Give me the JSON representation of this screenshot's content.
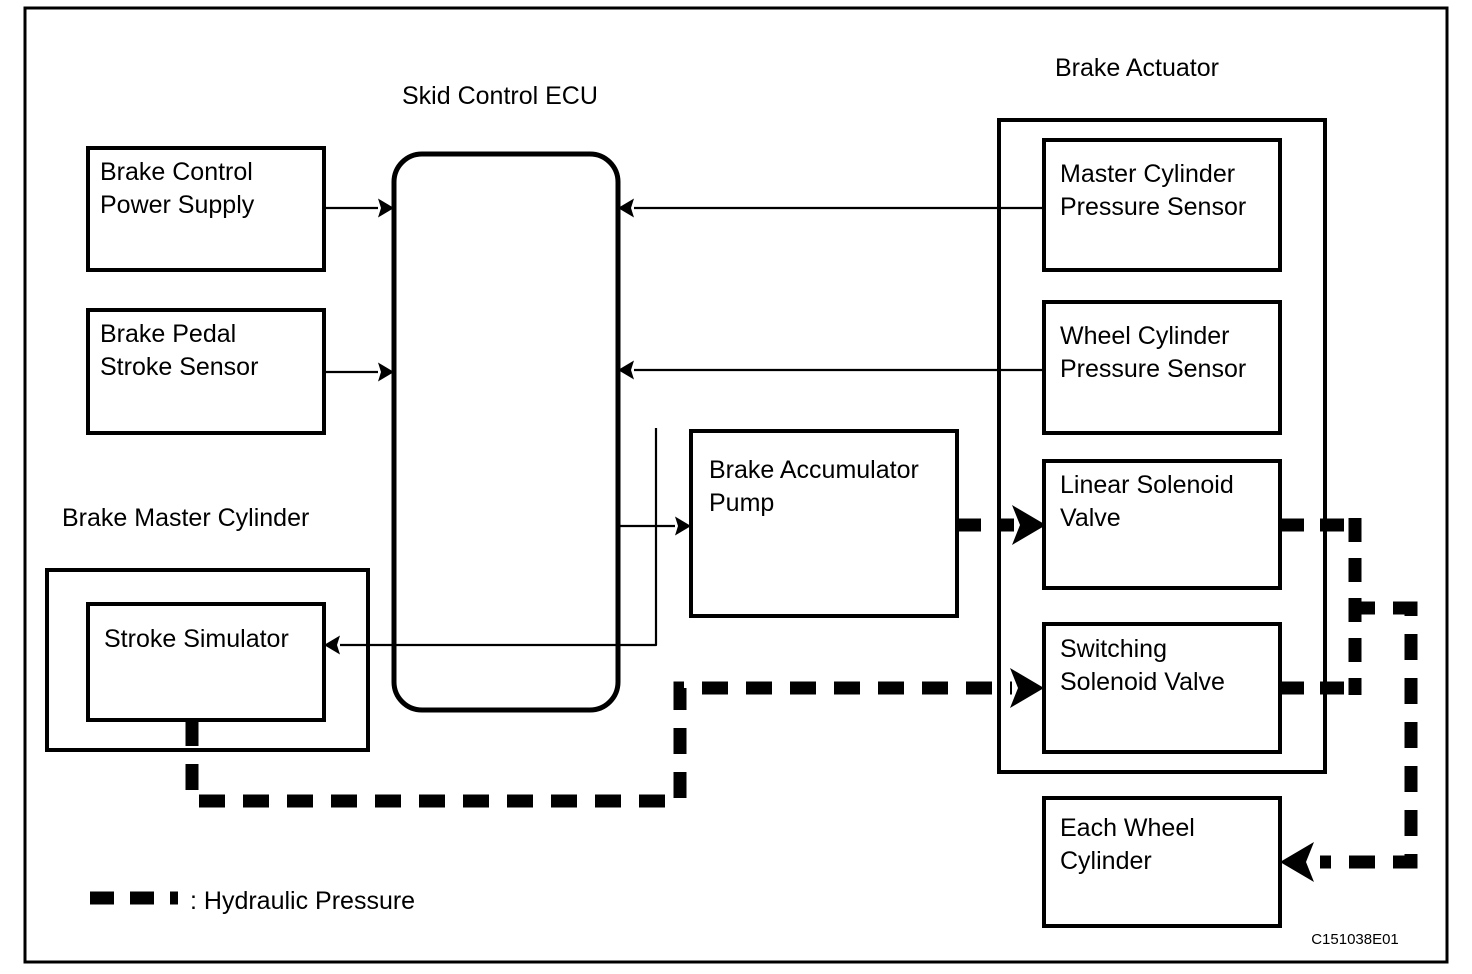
{
  "figure": {
    "code": "C151038E01"
  },
  "groups": {
    "ecu": {
      "title": "Skid Control ECU"
    },
    "actuator": {
      "title": "Brake Actuator"
    },
    "master_cylinder": {
      "title": "Brake Master Cylinder"
    }
  },
  "nodes": {
    "brake_control_power_supply": {
      "line1": "Brake Control",
      "line2": "Power Supply"
    },
    "brake_pedal_stroke_sensor": {
      "line1": "Brake Pedal",
      "line2": "Stroke Sensor"
    },
    "stroke_simulator": {
      "line1": "Stroke Simulator",
      "line2": ""
    },
    "brake_accumulator_pump": {
      "line1": "Brake Accumulator",
      "line2": "Pump"
    },
    "master_cylinder_pressure_sensor": {
      "line1": "Master Cylinder",
      "line2": "Pressure Sensor"
    },
    "wheel_cylinder_pressure_sensor": {
      "line1": "Wheel Cylinder",
      "line2": "Pressure Sensor"
    },
    "linear_solenoid_valve": {
      "line1": "Linear Solenoid",
      "line2": "Valve"
    },
    "switching_solenoid_valve": {
      "line1": "Switching",
      "line2": "Solenoid Valve"
    },
    "each_wheel_cylinder": {
      "line1": "Each Wheel",
      "line2": "Cylinder"
    }
  },
  "legend": {
    "label": ": Hydraulic Pressure"
  },
  "colors": {
    "stroke": "#000000",
    "background": "#ffffff"
  }
}
